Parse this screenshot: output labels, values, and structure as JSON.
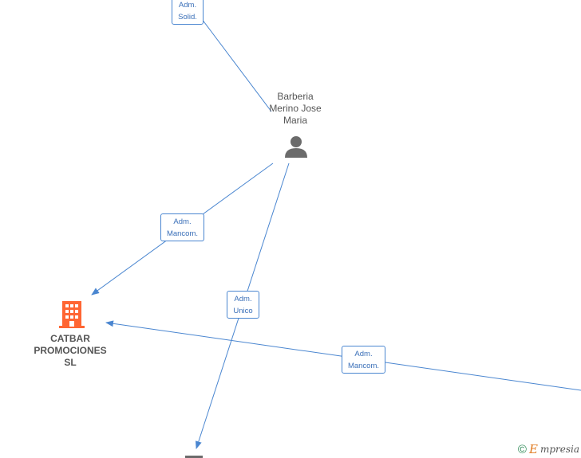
{
  "nodes": {
    "person": {
      "name_lines": [
        "Barberia",
        "Merino Jose",
        "Maria"
      ],
      "icon": "person-icon"
    },
    "company": {
      "name_lines": [
        "CATBAR",
        "PROMOCIONES",
        "SL"
      ],
      "icon": "building-icon",
      "color": "#ff6633"
    }
  },
  "edges": {
    "top": {
      "lines": [
        "Adm.",
        "Solid."
      ]
    },
    "mancom_left": {
      "lines": [
        "Adm.",
        "Mancom."
      ]
    },
    "unico": {
      "lines": [
        "Adm.",
        "Unico"
      ]
    },
    "mancom_right": {
      "lines": [
        "Adm.",
        "Mancom."
      ]
    }
  },
  "colors": {
    "edge": "#4a86d0",
    "person_icon": "#6b6b6b"
  },
  "watermark": {
    "symbol": "©",
    "brand_initial": "E",
    "brand_rest": "mpresia"
  }
}
